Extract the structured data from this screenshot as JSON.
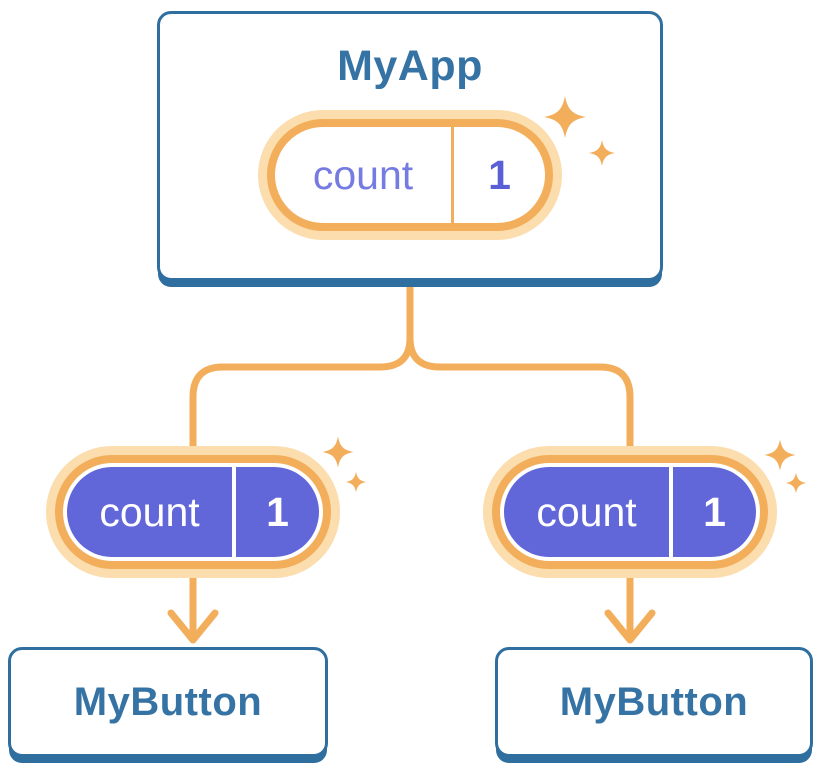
{
  "diagram": {
    "root": {
      "title": "MyApp",
      "pill": {
        "label": "count",
        "value": "1"
      }
    },
    "children": [
      {
        "title": "MyButton",
        "pill": {
          "label": "count",
          "value": "1"
        }
      },
      {
        "title": "MyButton",
        "pill": {
          "label": "count",
          "value": "1"
        }
      }
    ],
    "colors": {
      "card_border": "#2f6f9f",
      "card_text": "#3673a5",
      "line": "#f3ae5b",
      "halo": "#fbddae",
      "purple": "#6166d9",
      "pill_label": "#767be2",
      "pill_value": "#5a5fd6",
      "white": "#ffffff",
      "background": "#ffffff"
    }
  }
}
